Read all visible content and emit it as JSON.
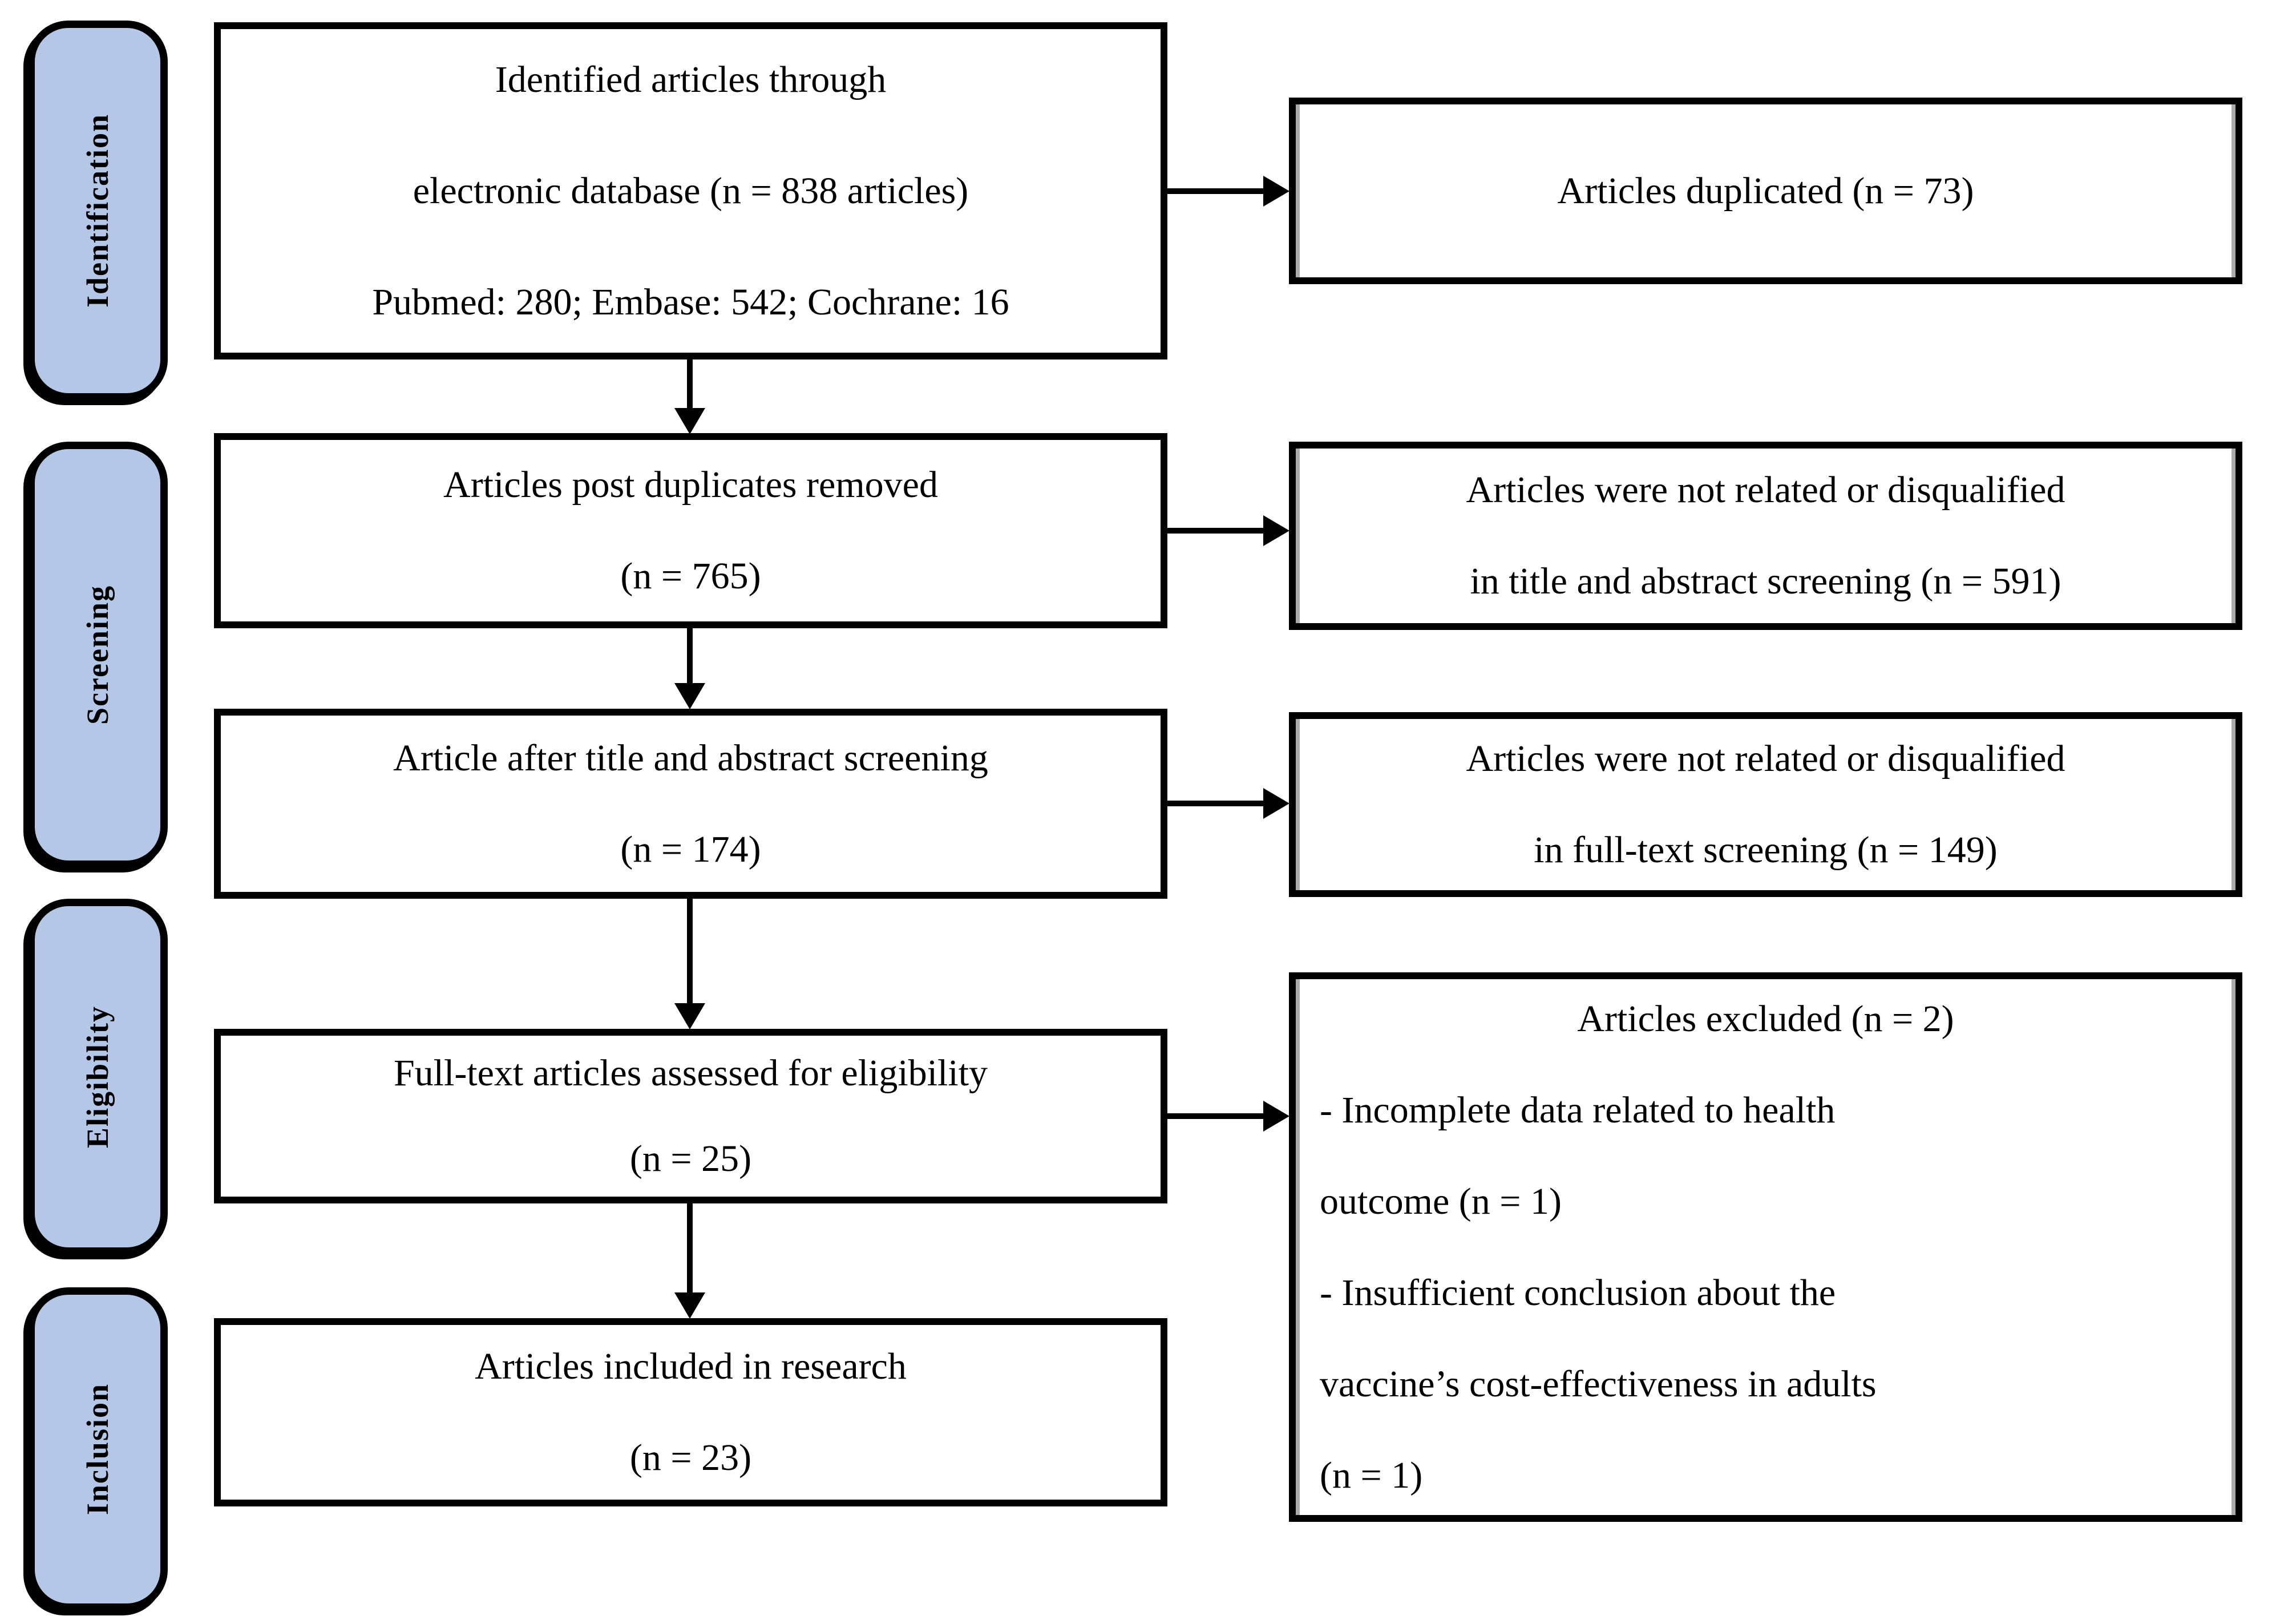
{
  "diagram": {
    "type": "prisma-flow",
    "stages": [
      {
        "label": "Identification"
      },
      {
        "label": "Screening"
      },
      {
        "label": "Eligibility"
      },
      {
        "label": "Inclusion"
      }
    ],
    "main_boxes": [
      {
        "lines": [
          "Identified articles through",
          "electronic database (n = 838 articles)",
          "Pubmed: 280; Embase: 542; Cochrane: 16"
        ]
      },
      {
        "lines": [
          "Articles post duplicates removed",
          "(n = 765)"
        ]
      },
      {
        "lines": [
          "Article after title and abstract screening",
          "(n = 174)"
        ]
      },
      {
        "lines": [
          "Full-text articles assessed for eligibility",
          "(n = 25)"
        ]
      },
      {
        "lines": [
          "Articles included in research",
          "(n = 23)"
        ]
      }
    ],
    "side_boxes": [
      {
        "lines": [
          "Articles duplicated (n = 73)"
        ]
      },
      {
        "lines": [
          "Articles were not related or disqualified",
          "in title and abstract screening (n = 591)"
        ]
      },
      {
        "lines": [
          "Articles were not related or disqualified",
          "in full-text screening (n = 149)"
        ]
      },
      {
        "lines": [
          "Articles excluded (n = 2)",
          "- Incomplete data related to health",
          "outcome (n = 1)",
          "- Insufficient conclusion about the",
          "vaccine’s cost-effectiveness in adults",
          "(n = 1)"
        ]
      }
    ],
    "colors": {
      "stage_fill": "#b4c7e7",
      "line": "#000000",
      "background": "#ffffff"
    }
  }
}
